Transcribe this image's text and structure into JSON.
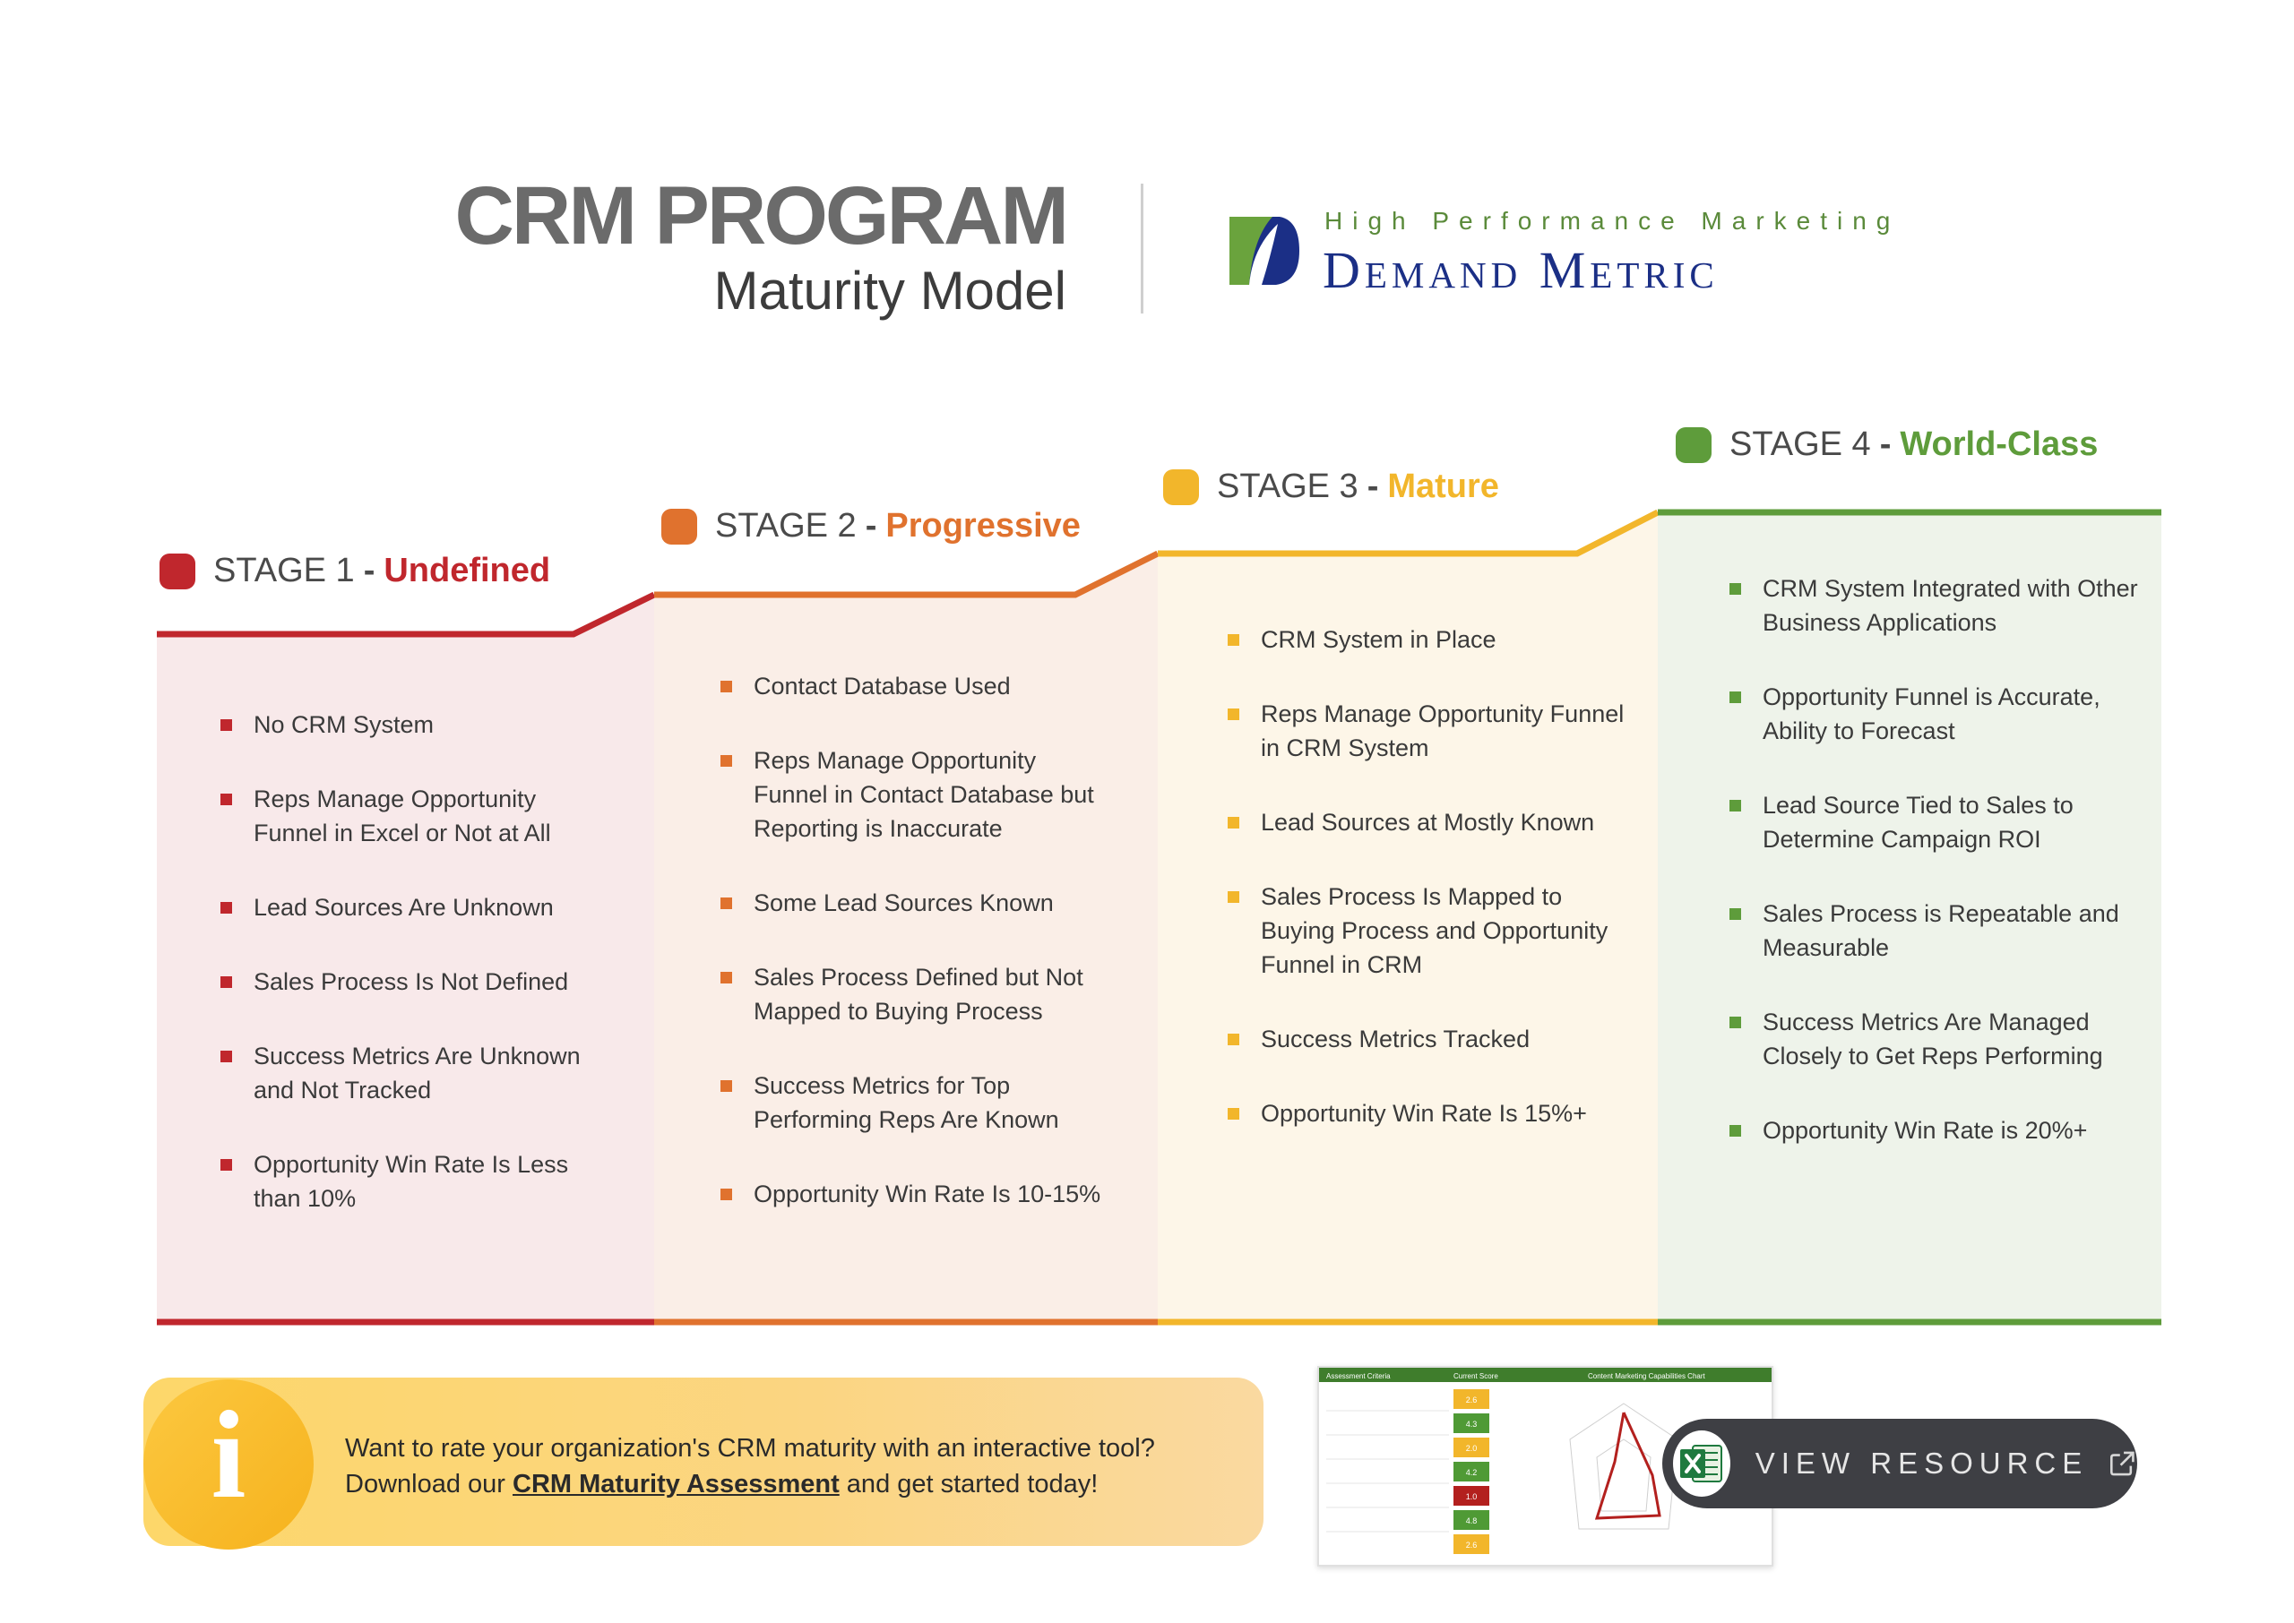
{
  "header": {
    "title": "CRM PROGRAM",
    "subtitle": "Maturity Model",
    "brand_tagline": "High Performance Marketing",
    "brand_name": "Demand Metric"
  },
  "stages": [
    {
      "label": "STAGE 1",
      "name": "Undefined",
      "color": "#c0272d",
      "fill": "#f8e9ea",
      "items": [
        "No CRM System",
        "Reps Manage Opportunity Funnel in Excel or Not at All",
        "Lead Sources Are Unknown",
        "Sales Process Is Not Defined",
        "Success Metrics Are Unknown and Not Tracked",
        "Opportunity Win Rate Is Less than 10%"
      ]
    },
    {
      "label": "STAGE 2",
      "name": "Progressive",
      "color": "#e0722e",
      "fill": "#faeee7",
      "items": [
        "Contact Database Used",
        "Reps Manage Opportunity Funnel in Contact Database but Reporting is Inaccurate",
        "Some Lead Sources Known",
        "Sales Process Defined but Not Mapped to Buying Process",
        "Success Metrics for Top Performing Reps Are Known",
        "Opportunity Win Rate Is 10-15%"
      ]
    },
    {
      "label": "STAGE 3",
      "name": "Mature",
      "color": "#f2b62b",
      "fill": "#fdf6e8",
      "items": [
        "CRM System in Place",
        "Reps Manage Opportunity Funnel in CRM System",
        "Lead Sources at Mostly Known",
        "Sales Process Is Mapped to Buying Process and Opportunity Funnel in CRM",
        "Success Metrics Tracked",
        "Opportunity Win Rate Is 15%+"
      ]
    },
    {
      "label": "STAGE 4",
      "name": "World-Class",
      "color": "#5e9c3b",
      "fill": "#eef3ea",
      "items": [
        "CRM System Integrated with Other Business Applications",
        "Opportunity Funnel is Accurate, Ability to Forecast",
        "Lead Source Tied to Sales to Determine Campaign ROI",
        "Sales Process is Repeatable and Measurable",
        "Success Metrics Are Managed Closely to Get Reps Performing",
        "Opportunity Win Rate is 20%+"
      ]
    }
  ],
  "banner": {
    "line1": "Want to rate your organization's CRM maturity with an interactive tool?",
    "prefix": "Download our ",
    "link": "CRM Maturity Assessment",
    "suffix": " and get started today!"
  },
  "resource": {
    "button_label": "VIEW RESOURCE",
    "preview_header": [
      "Assessment Criteria",
      "Current Score",
      "Content Marketing Capabilities Chart"
    ],
    "preview_scores": [
      "2.6",
      "4.3",
      "2.0",
      "4.2",
      "1.0",
      "4.8",
      "2.6"
    ]
  }
}
